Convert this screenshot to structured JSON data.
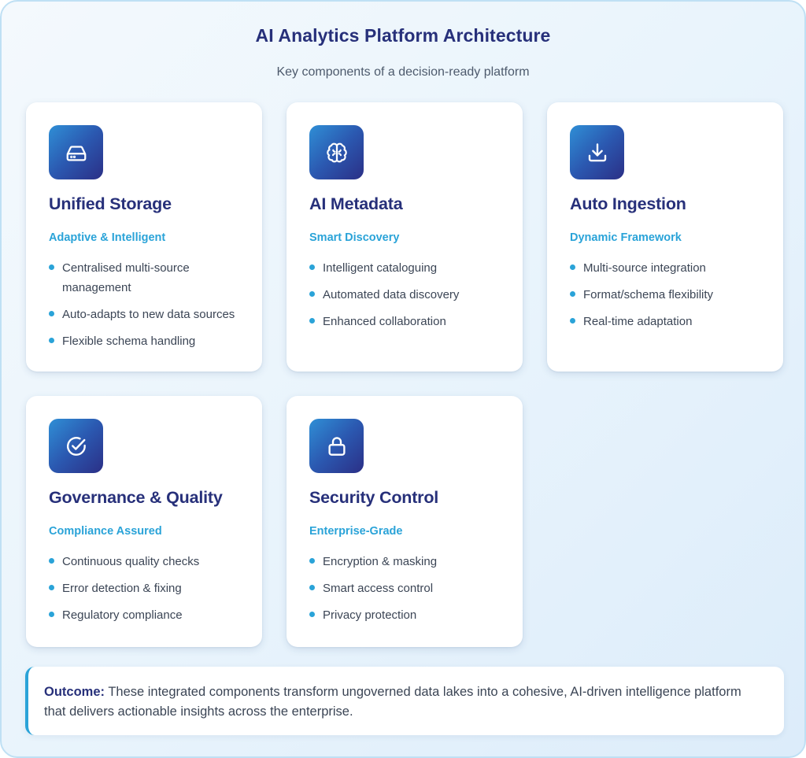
{
  "header": {
    "title": "AI Analytics Platform Architecture",
    "subtitle": "Key components of a decision-ready platform"
  },
  "cards": [
    {
      "icon": "hard-drive-icon",
      "title": "Unified Storage",
      "subtitle": "Adaptive & Intelligent",
      "items": [
        "Centralised multi-source management",
        "Auto-adapts to new data sources",
        "Flexible schema handling"
      ]
    },
    {
      "icon": "brain-icon",
      "title": "AI Metadata",
      "subtitle": "Smart Discovery",
      "items": [
        "Intelligent cataloguing",
        "Automated data discovery",
        "Enhanced collaboration"
      ]
    },
    {
      "icon": "download-icon",
      "title": "Auto Ingestion",
      "subtitle": "Dynamic Framework",
      "items": [
        "Multi-source integration",
        "Format/schema flexibility",
        "Real-time adaptation"
      ]
    },
    {
      "icon": "check-circle-icon",
      "title": "Governance & Quality",
      "subtitle": "Compliance Assured",
      "items": [
        "Continuous quality checks",
        "Error detection & fixing",
        "Regulatory compliance"
      ]
    },
    {
      "icon": "lock-icon",
      "title": "Security Control",
      "subtitle": "Enterprise-Grade",
      "items": [
        "Encryption & masking",
        "Smart access control",
        "Privacy protection"
      ]
    }
  ],
  "outcome": {
    "label": "Outcome:",
    "text": "These integrated components transform ungoverned data lakes into a cohesive, AI-driven intelligence platform that delivers actionable insights across the enterprise."
  },
  "colors": {
    "title": "#27307a",
    "accent": "#2aa3d8",
    "icon_gradient_start": "#2f8fd6",
    "icon_gradient_end": "#2b2f86"
  }
}
